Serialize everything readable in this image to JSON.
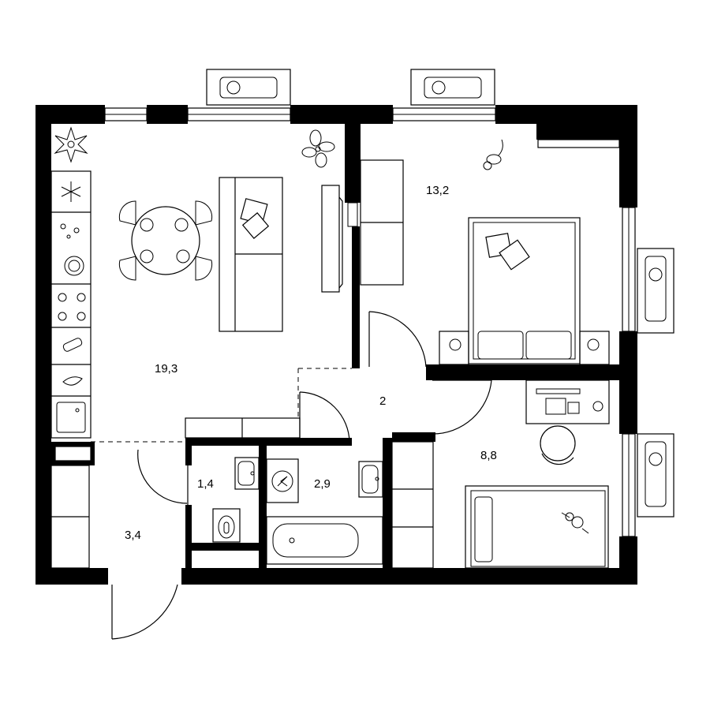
{
  "rooms": {
    "living_kitchen": "19,3",
    "bedroom": "13,2",
    "hall": "2",
    "children_room": "8,8",
    "wc": "1,4",
    "bathroom": "2,9",
    "entrance": "3,4"
  },
  "colors": {
    "walls": "#000000",
    "background": "#ffffff"
  },
  "icons": [
    "ac-unit-icon",
    "plant-icon",
    "snowflake-icon",
    "burner-icon",
    "sink-icon",
    "toilet-icon",
    "bathtub-icon",
    "boiler-icon",
    "bed-icon",
    "teddy-bear-icon",
    "cat-icon",
    "desk-icon",
    "chair-icon",
    "sofa-icon",
    "tv-icon",
    "dining-table-icon"
  ]
}
